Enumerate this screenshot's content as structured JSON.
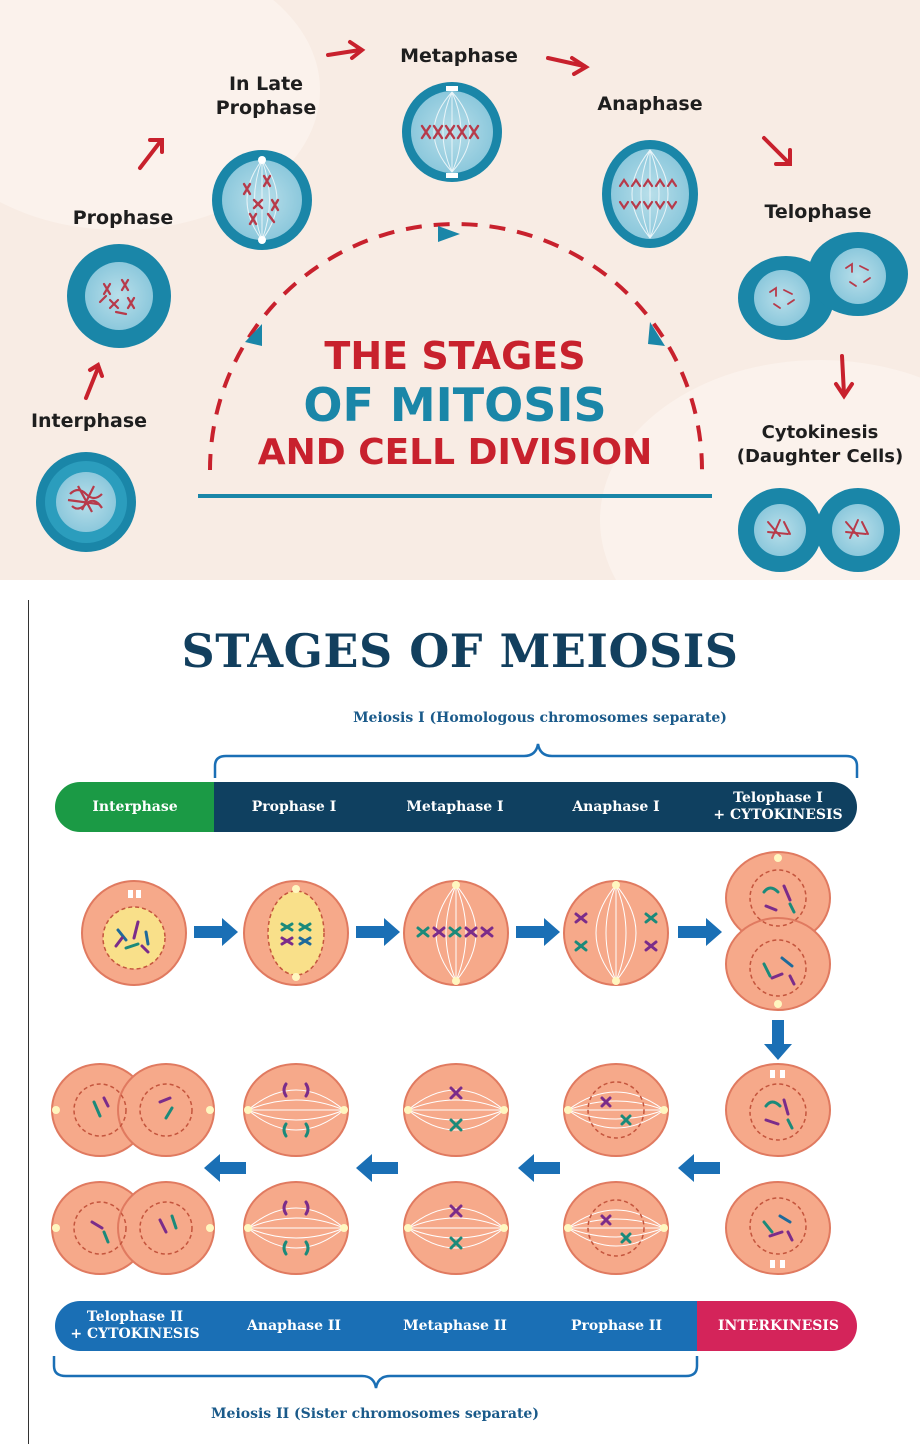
{
  "mitosis": {
    "title_line1": "THE STAGES",
    "title_line2": "OF MITOSIS",
    "title_line3": "AND CELL DIVISION",
    "stages": {
      "interphase": "Interphase",
      "prophase": "Prophase",
      "late_prophase": "In Late\nProphase",
      "metaphase": "Metaphase",
      "anaphase": "Anaphase",
      "telophase": "Telophase",
      "cytokinesis": "Cytokinesis\n(Daughter Cells)"
    }
  },
  "meiosis": {
    "title": "STAGES OF MEIOSIS",
    "meiosis1_label": "Meiosis I (Homologous chromosomes separate)",
    "meiosis2_label": "Meiosis II (Sister chromosomes separate)",
    "top_bar": [
      "Interphase",
      "Prophase I",
      "Metaphase I",
      "Anaphase I",
      "Telophase I\n+ CYTOKINESIS"
    ],
    "bottom_bar": [
      "Telophase II\n+ CYTOKINESIS",
      "Anaphase II",
      "Metaphase II",
      "Prophase II",
      "INTERKINESIS"
    ]
  },
  "colors": {
    "red": "#c8212d",
    "teal": "#1a86a8",
    "navy": "#0f4060",
    "green": "#1b9a45",
    "blue": "#1a6fb5",
    "pink": "#d4245a",
    "cell_fill": "#f6a98a"
  }
}
